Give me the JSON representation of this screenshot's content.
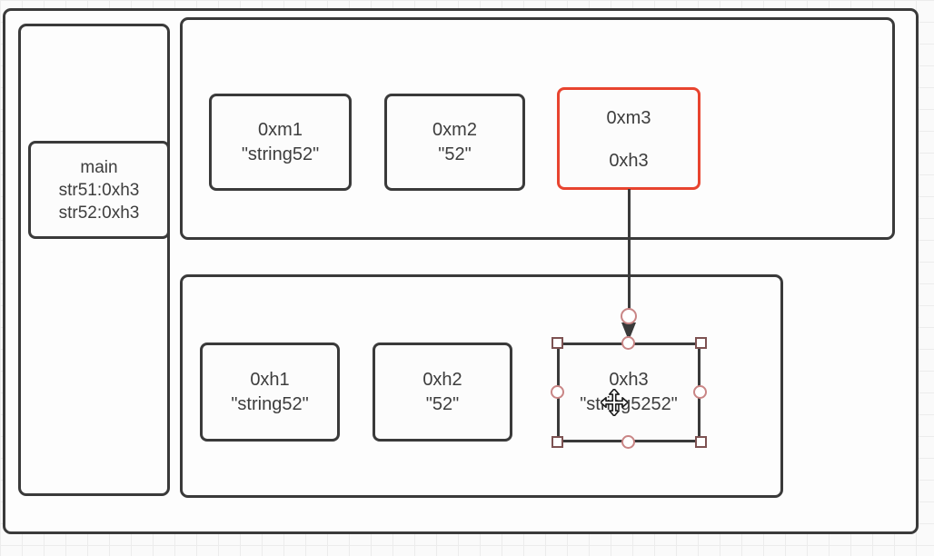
{
  "canvas": {
    "background_grid_color": "#ececec",
    "stroke_color": "#3a3a3a",
    "highlight_color": "#e8442f",
    "selection_handle_square_color": "#7d5252",
    "selection_handle_circle_color": "#c98585"
  },
  "diagram": {
    "frames": {
      "outer": "outer-boundary",
      "left_column": "stack-column",
      "top_group": "m-group",
      "bottom_group": "h-group"
    },
    "nodes": {
      "main": {
        "lines": [
          "main",
          "str51:0xh3",
          "str52:0xh3"
        ]
      },
      "m1": {
        "label": "0xm1",
        "value": "\"string52\""
      },
      "m2": {
        "label": "0xm2",
        "value": "\"52\""
      },
      "m3": {
        "label": "0xm3",
        "value": "0xh3",
        "highlighted": true
      },
      "h1": {
        "label": "0xh1",
        "value": "\"string52\""
      },
      "h2": {
        "label": "0xh2",
        "value": "\"52\""
      },
      "h3": {
        "label": "0xh3",
        "value": "\"string5252\"",
        "selected": true
      }
    },
    "edges": [
      {
        "from": "0xm3",
        "to": "0xh3",
        "direction": "down"
      }
    ],
    "icons": {
      "move_cursor": "move-cursor-icon",
      "arrowhead": "arrowhead-down-icon"
    }
  }
}
